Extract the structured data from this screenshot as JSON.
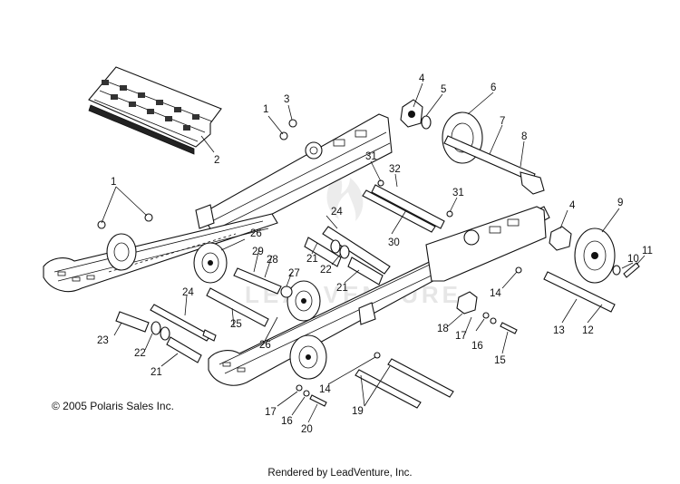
{
  "callouts": [
    {
      "id": "c1a",
      "label": "1"
    },
    {
      "id": "c1b",
      "label": "1"
    },
    {
      "id": "c2",
      "label": "2"
    },
    {
      "id": "c3",
      "label": "3"
    },
    {
      "id": "c4a",
      "label": "4"
    },
    {
      "id": "c4b",
      "label": "4"
    },
    {
      "id": "c5",
      "label": "5"
    },
    {
      "id": "c6",
      "label": "6"
    },
    {
      "id": "c7",
      "label": "7"
    },
    {
      "id": "c8",
      "label": "8"
    },
    {
      "id": "c9",
      "label": "9"
    },
    {
      "id": "c10",
      "label": "10"
    },
    {
      "id": "c11",
      "label": "11"
    },
    {
      "id": "c12",
      "label": "12"
    },
    {
      "id": "c13",
      "label": "13"
    },
    {
      "id": "c14a",
      "label": "14"
    },
    {
      "id": "c14b",
      "label": "14"
    },
    {
      "id": "c15",
      "label": "15"
    },
    {
      "id": "c16a",
      "label": "16"
    },
    {
      "id": "c16b",
      "label": "16"
    },
    {
      "id": "c17a",
      "label": "17"
    },
    {
      "id": "c17b",
      "label": "17"
    },
    {
      "id": "c18",
      "label": "18"
    },
    {
      "id": "c19",
      "label": "19"
    },
    {
      "id": "c20",
      "label": "20"
    },
    {
      "id": "c21a",
      "label": "21"
    },
    {
      "id": "c21b",
      "label": "21"
    },
    {
      "id": "c21c",
      "label": "21"
    },
    {
      "id": "c22a",
      "label": "22"
    },
    {
      "id": "c22b",
      "label": "22"
    },
    {
      "id": "c23",
      "label": "23"
    },
    {
      "id": "c24a",
      "label": "24"
    },
    {
      "id": "c24b",
      "label": "24"
    },
    {
      "id": "c25",
      "label": "25"
    },
    {
      "id": "c26a",
      "label": "26"
    },
    {
      "id": "c26b",
      "label": "26"
    },
    {
      "id": "c27",
      "label": "27"
    },
    {
      "id": "c28",
      "label": "28"
    },
    {
      "id": "c29",
      "label": "29"
    },
    {
      "id": "c30",
      "label": "30"
    },
    {
      "id": "c31a",
      "label": "31"
    },
    {
      "id": "c31b",
      "label": "31"
    },
    {
      "id": "c32",
      "label": "32"
    }
  ],
  "copyright": "© 2005 Polaris Sales Inc.",
  "rendered_by": "Rendered by LeadVenture, Inc.",
  "watermark": "LEADVENTURE"
}
